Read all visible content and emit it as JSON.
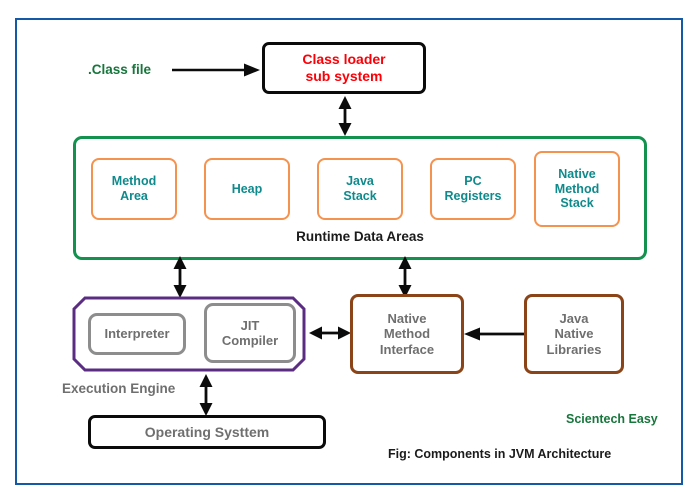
{
  "figure": {
    "caption": "Fig: Components in JVM Architecture",
    "watermark": "Scientech Easy"
  },
  "colors": {
    "frame_blue": "#1359a8",
    "class_loader_red": "#fb0007",
    "runtime_green": "#13914f",
    "memory_orange": "#f5924e",
    "memory_text_teal": "#0f8a8c",
    "execution_purple": "#5b2d82",
    "native_brown": "#8a4418",
    "body_gray": "#6f6f6f",
    "input_green": "#17763c"
  },
  "input": {
    "label": ".Class file",
    "arrow_name": "arrow-class-file-to-loader"
  },
  "class_loader": {
    "line1": "Class loader",
    "line2": "sub system"
  },
  "runtime_data_areas": {
    "title": "Runtime Data Areas",
    "areas": [
      {
        "id": "method-area",
        "line1": "Method",
        "line2": "Area",
        "line3": ""
      },
      {
        "id": "heap",
        "line1": "Heap",
        "line2": "",
        "line3": ""
      },
      {
        "id": "java-stack",
        "line1": "Java",
        "line2": "Stack",
        "line3": ""
      },
      {
        "id": "pc-registers",
        "line1": "PC",
        "line2": "Registers",
        "line3": ""
      },
      {
        "id": "native-method-stack",
        "line1": "Native",
        "line2": "Method",
        "line3": "Stack"
      }
    ]
  },
  "execution_engine": {
    "label": "Execution Engine",
    "components": [
      {
        "id": "interpreter",
        "line1": "Interpreter",
        "line2": ""
      },
      {
        "id": "jit-compiler",
        "line1": "JIT",
        "line2": "Compiler"
      }
    ]
  },
  "native_method_interface": {
    "line1": "Native",
    "line2": "Method",
    "line3": "Interface"
  },
  "java_native_libraries": {
    "line1": "Java",
    "line2": "Native",
    "line3": "Libraries"
  },
  "operating_system": {
    "label": "Operating Systtem"
  },
  "arrows": {
    "class_file_to_loader": "arrow-right",
    "loader_to_runtime": "arrow-double-vertical",
    "runtime_to_execution": "arrow-double-vertical",
    "runtime_to_native_interface": "arrow-double-vertical",
    "execution_to_native_interface": "arrow-double-horizontal",
    "libraries_to_native_interface": "arrow-left",
    "execution_to_os": "arrow-double-vertical"
  }
}
